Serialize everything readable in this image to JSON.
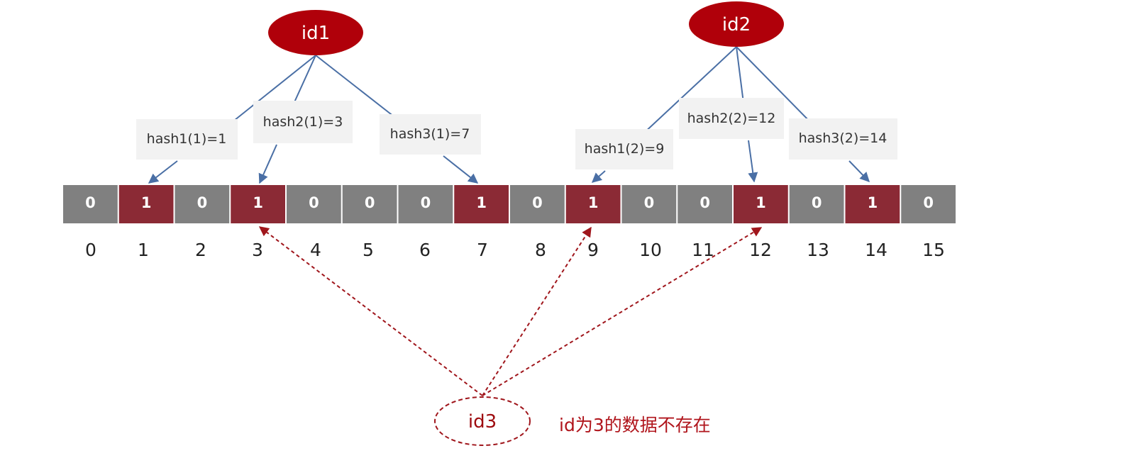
{
  "bits": [
    0,
    1,
    0,
    1,
    0,
    0,
    0,
    1,
    0,
    1,
    0,
    0,
    1,
    0,
    1,
    0
  ],
  "indices": [
    "0",
    "1",
    "2",
    "3",
    "4",
    "5",
    "6",
    "7",
    "8",
    "9",
    "10",
    "11",
    "12",
    "13",
    "14",
    "15"
  ],
  "colors": {
    "set_cell": "#8b2a35",
    "unset_cell": "#808080",
    "node_fill": "#b0000a",
    "hash_arrow": "#4a6fa5",
    "query_arrow": "#a0161c",
    "note_text": "#b0151c"
  },
  "nodes": [
    {
      "label": "id1",
      "hashes": [
        {
          "label": "hash1(1)=1",
          "target": 1
        },
        {
          "label": "hash2(1)=3",
          "target": 3
        },
        {
          "label": "hash3(1)=7",
          "target": 7
        }
      ]
    },
    {
      "label": "id2",
      "hashes": [
        {
          "label": "hash1(2)=9",
          "target": 9
        },
        {
          "label": "hash2(2)=12",
          "target": 12
        },
        {
          "label": "hash3(2)=14",
          "target": 14
        }
      ]
    }
  ],
  "query": {
    "label": "id3",
    "targets": [
      3,
      9,
      12
    ],
    "note": "id为3的数据不存在"
  }
}
